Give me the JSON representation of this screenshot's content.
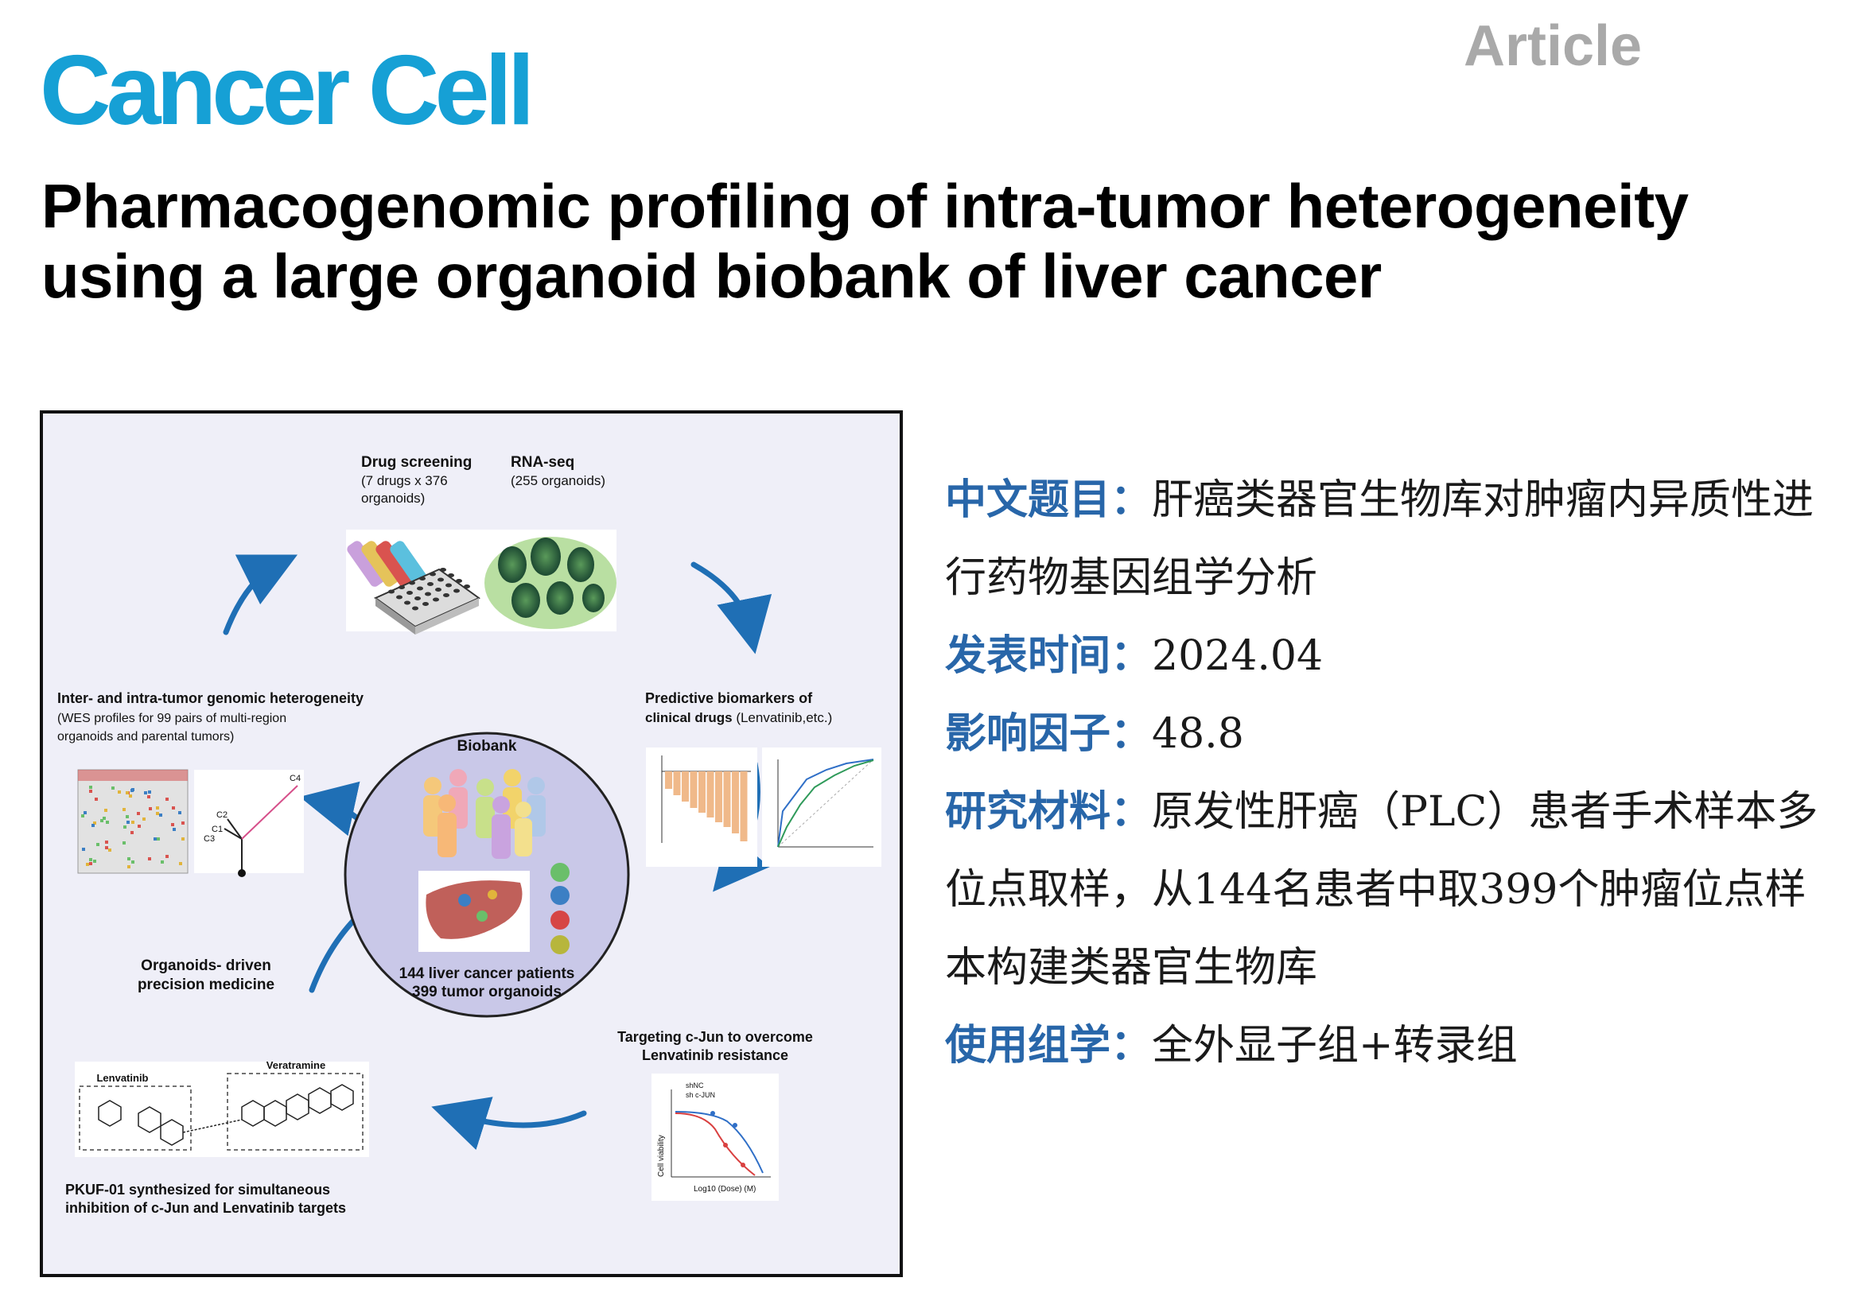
{
  "header": {
    "journal": "Cancer Cell",
    "article_type": "Article",
    "title": "Pharmacogenomic profiling of intra-tumor heterogeneity using a large organoid biobank of liver cancer"
  },
  "graphical_abstract": {
    "drug_screening": {
      "title": "Drug screening",
      "line1": "(7 drugs x 376",
      "line2": "organoids)"
    },
    "rna_seq": {
      "title": "RNA-seq",
      "line1": "(255 organoids)"
    },
    "heterogeneity": {
      "title": "Inter- and intra-tumor genomic heterogeneity",
      "line1": "(WES profiles for 99 pairs of multi-region",
      "line2": "organoids and parental tumors)"
    },
    "biomarkers": {
      "title": "Predictive biomarkers of",
      "line1": "clinical drugs",
      "line1b": " (Lenvatinib,etc.)"
    },
    "biobank": {
      "title": "Biobank",
      "line1": "144 liver cancer patients",
      "line2": "399 tumor organoids"
    },
    "precision": {
      "line1": "Organoids- driven",
      "line2": "precision medicine"
    },
    "targeting": {
      "line1": "Targeting c-Jun to overcome",
      "line2": "Lenvatinib resistance"
    },
    "chemistry": {
      "lenvatinib": "Lenvatinib",
      "veratramine": "Veratramine"
    },
    "pkuf": {
      "line1": "PKUF-01 synthesized for simultaneous",
      "line2": "inhibition of c-Jun and Lenvatinib targets"
    },
    "tree_labels": {
      "c1": "C1",
      "c2": "C2",
      "c3": "C3",
      "c4": "C4"
    },
    "viability": {
      "ylabel": "Cell viability",
      "xlabel": "Log10 (Dose) (M)",
      "legend1": "shNC",
      "legend2": "sh c-JUN"
    }
  },
  "info": {
    "rows": [
      {
        "label": "中文题目：",
        "value": "肝癌类器官生物库对肿瘤内异质性进行药物基因组学分析"
      },
      {
        "label": "发表时间：",
        "value": "2024.04"
      },
      {
        "label": "影响因子：",
        "value": "48.8"
      },
      {
        "label": "研究材料：",
        "value": "原发性肝癌（PLC）患者手术样本多位点取样，从144名患者中取399个肿瘤位点样本构建类器官生物库"
      },
      {
        "label": "使用组学：",
        "value": "全外显子组+转录组"
      }
    ]
  },
  "colors": {
    "journal": "#16a0d5",
    "label": "#2866a9",
    "arrow": "#1f6fb5",
    "article_tag": "#a9a9a9"
  }
}
